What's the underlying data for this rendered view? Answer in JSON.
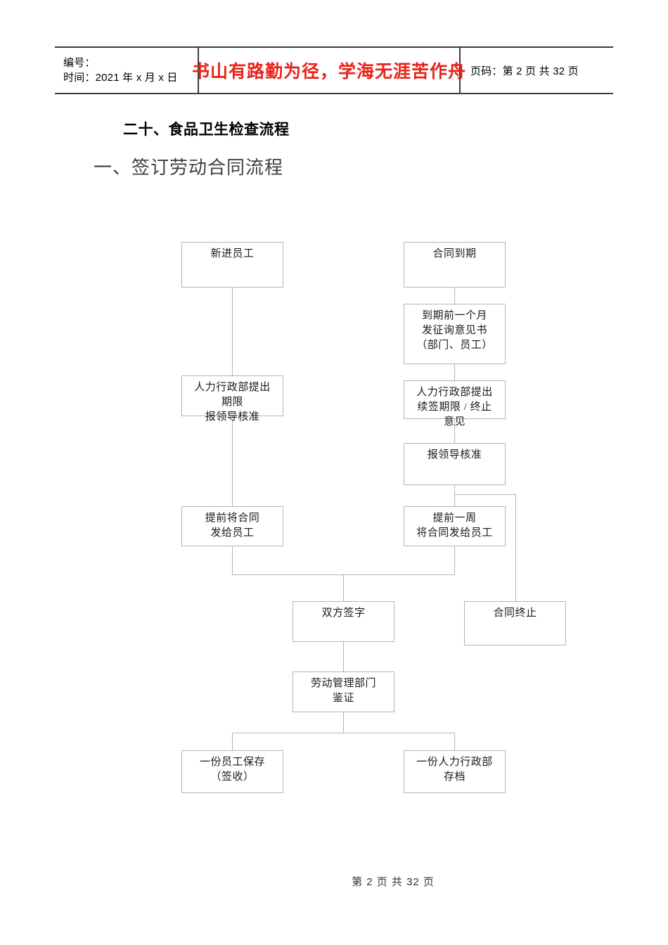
{
  "header": {
    "left_cell": {
      "line1": "编号：",
      "line2": "时间：2021 年 x 月 x 日"
    },
    "motto": "书山有路勤为径，学海无涯苦作舟",
    "motto_color": "#e8231a",
    "page_info": "页码：第 2 页  共 32 页"
  },
  "titles": {
    "main": "二十、食品卫生检查流程",
    "sub": "一、签订劳动合同流程"
  },
  "flowchart": {
    "type": "flowchart",
    "box_border_color": "#b5b5b5",
    "nodes": [
      {
        "id": "n1",
        "lines": [
          "新进员工"
        ]
      },
      {
        "id": "n2",
        "lines": [
          "合同到期"
        ]
      },
      {
        "id": "n3",
        "lines": [
          "到期前一个月",
          "发征询意见书",
          "（部门、员工）"
        ]
      },
      {
        "id": "n4",
        "lines": [
          "人力行政部提出",
          "期限",
          "报领导核准"
        ]
      },
      {
        "id": "n5",
        "lines": [
          "人力行政部提出",
          "续签期限 / 终止",
          "意见"
        ]
      },
      {
        "id": "n6",
        "lines": [
          "报领导核准"
        ]
      },
      {
        "id": "n7",
        "lines": [
          "提前将合同",
          "发给员工"
        ]
      },
      {
        "id": "n8",
        "lines": [
          "提前一周",
          "将合同发给员工"
        ]
      },
      {
        "id": "n9",
        "lines": [
          "双方签字"
        ]
      },
      {
        "id": "n10",
        "lines": [
          "合同终止"
        ]
      },
      {
        "id": "n11",
        "lines": [
          "劳动管理部门",
          "鉴证"
        ]
      },
      {
        "id": "n12",
        "lines": [
          "一份员工保存",
          "（签收）"
        ]
      },
      {
        "id": "n13",
        "lines": [
          "一份人力行政部",
          "存档"
        ]
      }
    ],
    "edges": [
      {
        "from": "n1",
        "to": "n4"
      },
      {
        "from": "n2",
        "to": "n3"
      },
      {
        "from": "n3",
        "to": "n5"
      },
      {
        "from": "n5",
        "to": "n6"
      },
      {
        "from": "n6",
        "to": "n8"
      },
      {
        "from": "n6",
        "to": "n10"
      },
      {
        "from": "n4",
        "to": "n7"
      },
      {
        "from": "n7",
        "to": "n9"
      },
      {
        "from": "n8",
        "to": "n9"
      },
      {
        "from": "n9",
        "to": "n11"
      },
      {
        "from": "n11",
        "to": "n12"
      },
      {
        "from": "n11",
        "to": "n13"
      }
    ]
  },
  "footer": {
    "text": "第 2 页 共 32 页"
  }
}
